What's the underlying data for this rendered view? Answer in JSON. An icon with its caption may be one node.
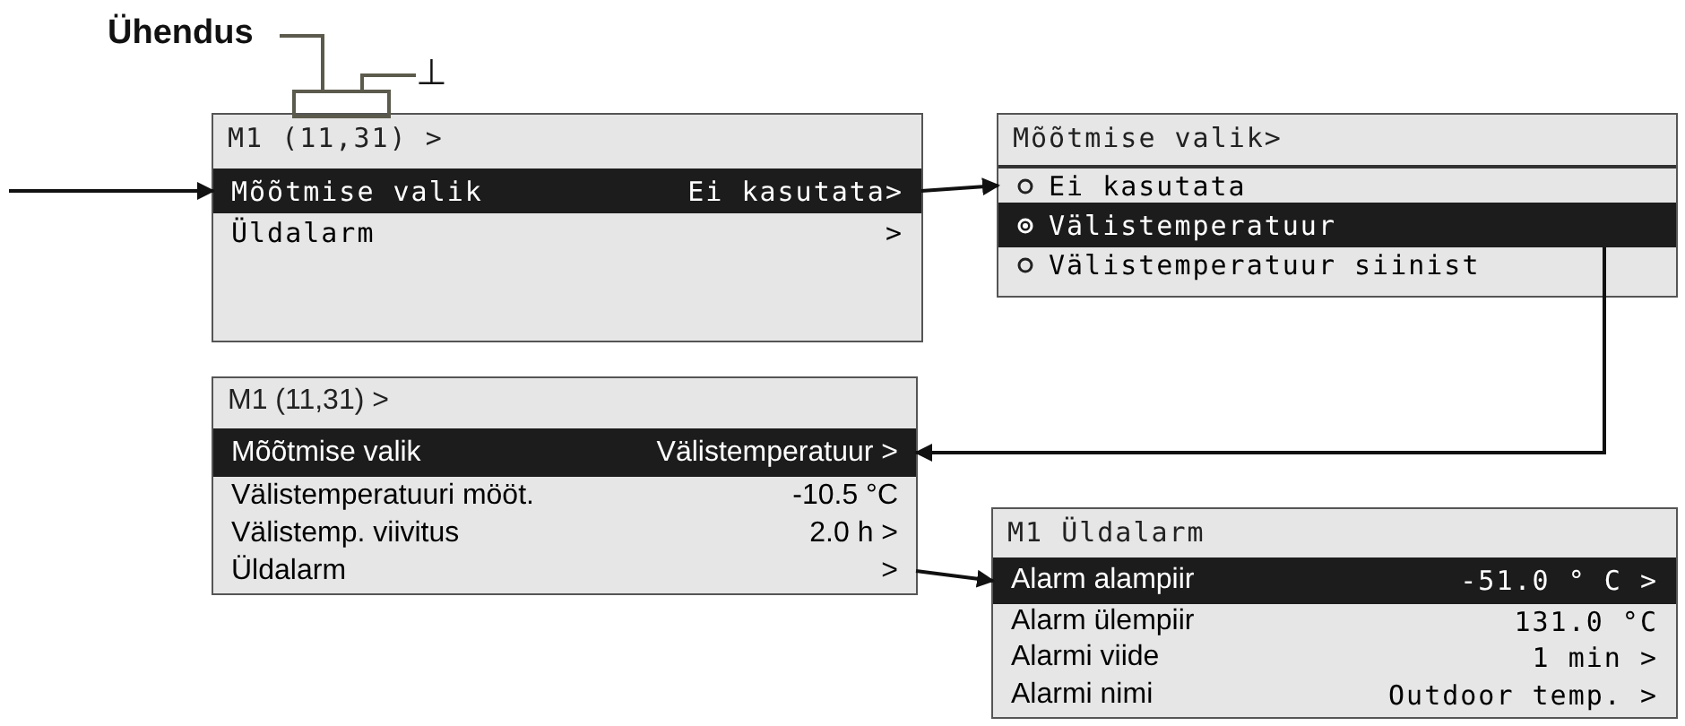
{
  "diagram": {
    "nodes": [
      {
        "text": [
          "Ühendus"
        ]
      },
      {
        "text": [
          "⊥"
        ]
      },
      {
        "text": [],
        "shape": "box"
      },
      {
        "text": [
          "M1 (11,31) >"
        ]
      },
      {
        "text": [
          "Mõõtmise valik",
          "Ei kasutata>"
        ],
        "in": 3
      },
      {
        "text": [
          "Üldalarm",
          ">"
        ],
        "in": 3
      },
      {
        "text": [
          "Mõõtmise valik>"
        ]
      },
      {
        "text": [
          "Ei kasutata"
        ],
        "in": 6
      },
      {
        "text": [
          "Välistemperatuur"
        ],
        "in": 6
      },
      {
        "text": [
          "Välistemperatuur siinist"
        ],
        "in": 6
      },
      {
        "text": [
          "M1 (11,31) >"
        ]
      },
      {
        "text": [
          "Mõõtmise valik",
          "Välistemperatuur >"
        ],
        "in": 10
      },
      {
        "text": [
          "Välistemperatuuri mööt.",
          "-10.5 °C"
        ],
        "in": 10
      },
      {
        "text": [
          "Välistemp. viivitus",
          "2.0 h >"
        ],
        "in": 10
      },
      {
        "text": [
          "Üldalarm",
          ">"
        ],
        "in": 10
      },
      {
        "text": [
          "M1 Üldalarm"
        ]
      },
      {
        "text": [
          "Alarm alampiir",
          "-51.0 ° C >"
        ],
        "in": 15
      },
      {
        "text": [
          "Alarm ülempiir",
          "131.0 °C"
        ],
        "in": 15
      },
      {
        "text": [
          "Alarmi viide",
          "1 min >"
        ],
        "in": 15
      },
      {
        "text": [
          "Alarmi nimi",
          "Outdoor temp. >"
        ],
        "in": 15
      }
    ],
    "edges": [
      {
        "from": 0,
        "to": 2,
        "arrow": "none"
      },
      {
        "from": 1,
        "to": 2,
        "arrow": "none"
      },
      {
        "from": null,
        "to": 4,
        "arrow": "to"
      },
      {
        "from": 4,
        "to": 7,
        "arrow": "to"
      },
      {
        "from": 8,
        "to": 11,
        "arrow": "to"
      },
      {
        "from": 14,
        "to": 16,
        "arrow": "to"
      }
    ]
  }
}
